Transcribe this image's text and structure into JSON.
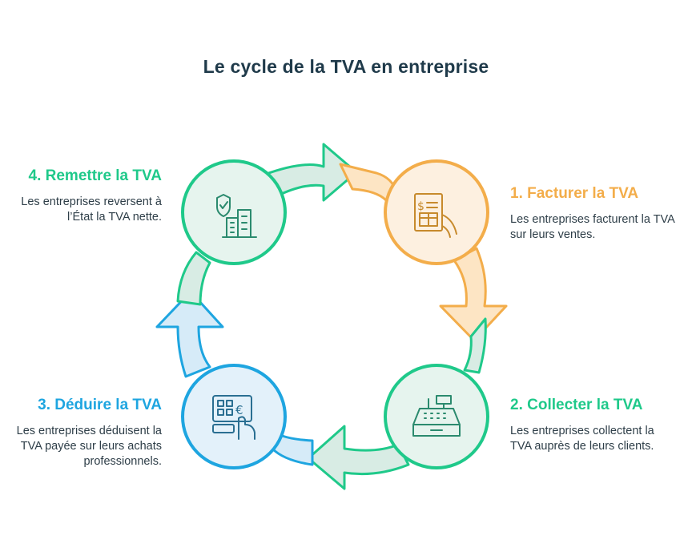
{
  "title": "Le cycle de la TVA en entreprise",
  "steps": [
    {
      "title": "1. Facturer la TVA",
      "text": "Les entreprises facturent la TVA sur leurs ventes.",
      "icon": "invoice-hand-icon",
      "color": "#f3ad4a"
    },
    {
      "title": "2. Collecter la TVA",
      "text": "Les entreprises collectent la TVA auprès de leurs clients.",
      "icon": "cash-register-icon",
      "color": "#1fc98a"
    },
    {
      "title": "3. Déduire la TVA",
      "text": "Les entreprises déduisent la TVA payée sur leurs achats professionnels.",
      "icon": "payment-terminal-icon",
      "color": "#1ea5e0"
    },
    {
      "title": "4. Remettre la TVA",
      "text": "Les entreprises reversent à l’État la TVA nette.",
      "icon": "shield-building-icon",
      "color": "#1fc98a"
    }
  ]
}
